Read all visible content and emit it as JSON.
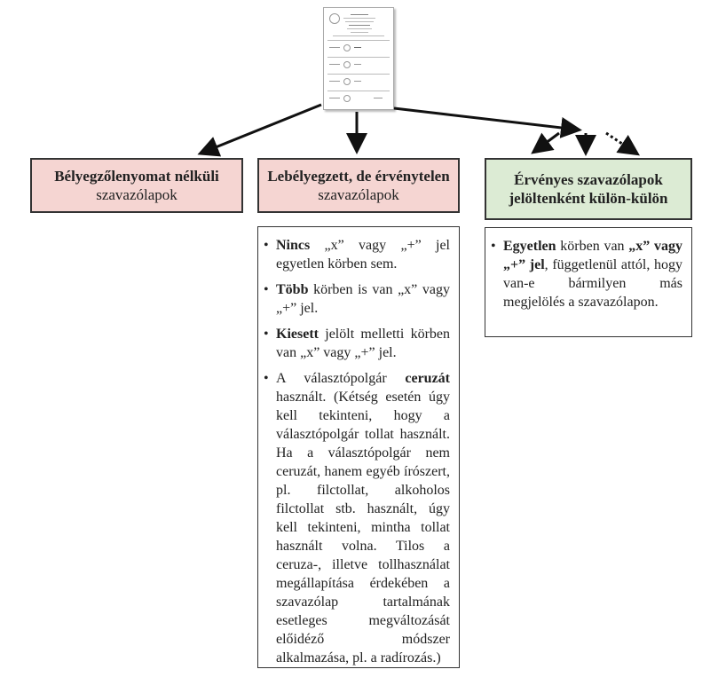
{
  "boxes": {
    "left": {
      "title": "Bélyegzőlenyomat nélküli",
      "subtitle": "szavazólapok"
    },
    "middle": {
      "title": "Lebélyegzett, de érvénytelen",
      "subtitle": "szavazólapok"
    },
    "right": {
      "line1": "Érvényes szavazólapok",
      "line2": "jelöltenként külön-külön"
    }
  },
  "invalid_items": [
    {
      "b": "Nincs",
      "t": " „x” vagy „+” jel egyetlen körben sem."
    },
    {
      "b": "Több",
      "t": " körben is van „x” vagy „+” jel."
    },
    {
      "b": "Kiesett",
      "t": " jelölt melletti körben van „x” vagy „+” jel."
    },
    {
      "pre": "A választópolgár ",
      "b": "ceruzát",
      "t": " használt. (Kétség esetén úgy kell tekinteni, hogy a választópolgár tollat használt. Ha a választópolgár nem ceruzát, hanem egyéb írószert, pl. filctollat, alkoholos filctollat stb. használt, úgy kell tekinteni, mintha tollat használt volna. Tilos a ceruza-, illetve tollhasználat megállapítása érdekében a szavazólap tartalmának esetleges megváltozását előidéző módszer alkalmazása, pl. a radírozás.)"
    }
  ],
  "valid_item": {
    "b1": "Egyetlen",
    "t1": " körben van ",
    "b2": "„x” vagy „+” jel",
    "t2": ", függetlenül attól, hogy van-e bármilyen más megjelölés a szavazólapon."
  },
  "colors": {
    "pink": "#f5d5d2",
    "green": "#dcebd4",
    "border": "#333333"
  }
}
